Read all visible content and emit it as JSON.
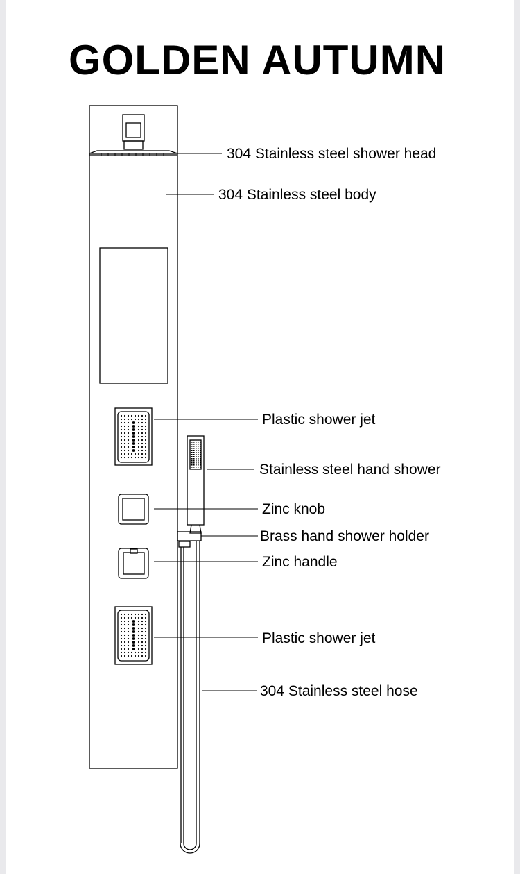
{
  "title": "GOLDEN AUTUMN",
  "labels": {
    "shower_head": "304 Stainless steel shower head",
    "body": "304 Stainless steel body",
    "jet_top": "Plastic shower jet",
    "hand_shower": "Stainless steel hand shower",
    "knob": "Zinc knob",
    "holder": "Brass hand shower holder",
    "handle": "Zinc handle",
    "jet_bottom": "Plastic shower jet",
    "hose": "304 Stainless steel hose"
  }
}
